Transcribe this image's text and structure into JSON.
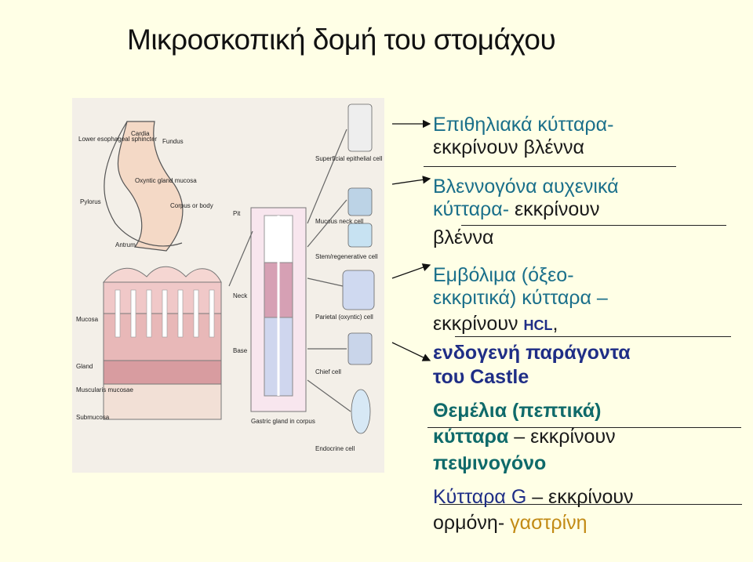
{
  "title": "Μικροσκοπική δομή του στομάχου",
  "figure_labels": {
    "lower_esophageal_sphincter": "Lower esophageal sphincter",
    "cardia": "Cardia",
    "fundus": "Fundus",
    "oxyntic": "Oxyntic gland mucosa",
    "pylorus": "Pylorus",
    "corpus": "Corpus or body",
    "antrum": "Antrum",
    "pit": "Pit",
    "neck": "Neck",
    "base": "Base",
    "mucosa": "Mucosa",
    "gland": "Gland",
    "muscularis": "Muscularis mucosae",
    "submucosa": "Submucosa",
    "gastric_gland": "Gastric gland in corpus",
    "superficial_cell": "Superficial epithelial cell",
    "mucous_neck_cell": "Mucous neck cell",
    "stem_cell": "Stem/regenerative cell",
    "parietal_cell": "Parietal (oxyntic) cell",
    "chief_cell": "Chief cell",
    "endocrine_cell": "Endocrine cell"
  },
  "descriptions": {
    "epithelial": {
      "line1": "Επιθηλιακά κύτταρα-",
      "line2": "εκκρίνουν βλέννα"
    },
    "mucous_neck": {
      "line1": "Βλεννογόνα αυχενικά",
      "line2_colored": "κύτταρα-",
      "line2_rest": " εκκρίνουν",
      "line3": "βλέννα"
    },
    "parietal": {
      "line1": "Εμβόλιμα (όξεο-",
      "line2": "εκκριτικά) κύτταρα –",
      "line3_a": "εκκρίνουν ",
      "line3_b": "HCL",
      "line3_c": ",",
      "line4": "ενδογενή παράγοντα",
      "line5": "του Castle"
    },
    "chief": {
      "line1": " Θεμέλια (πεπτικά)",
      "line2_a": "κύτταρα",
      "line2_b": " – εκκρίνουν",
      "line3": "πεψινογόνο"
    },
    "g_cells": {
      "line1_a": "Κύτταρα G",
      "line1_b": " – εκκρίνουν",
      "line2_a": "ορμόνη- ",
      "line2_b": "γαστρίνη"
    }
  },
  "colors": {
    "background": "#ffffe6",
    "teal": "#1a6f8a",
    "navy": "#1f2e86",
    "amber": "#c28a14"
  }
}
